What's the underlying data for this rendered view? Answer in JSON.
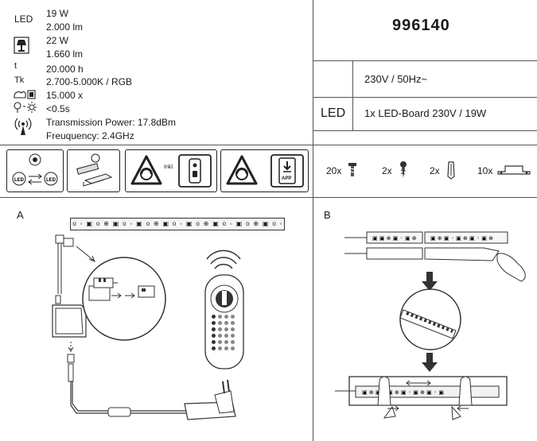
{
  "specs": {
    "led_label": "LED",
    "led_power": "19 W",
    "led_lumen": "2.000 lm",
    "lamp_power": "22 W",
    "lamp_lumen": "1.660 lm",
    "life_symbol": "t",
    "life": "20.000 h",
    "tk_symbol": "Tk",
    "colour_temp": "2.700-5.000K / RGB",
    "switch_cycles": "15.000 x",
    "start_time": "<0.5s",
    "transmission": "Transmission Power: 17.8dBm",
    "frequency": "Freuquency: 2.4GHz"
  },
  "article_number": "996140",
  "voltage": "230V / 50Hz~",
  "led_row": {
    "label": "LED",
    "value": "1x LED-Board 230V / 19W"
  },
  "package": {
    "screws": "20x",
    "anchors": "2x",
    "clips": "2x",
    "brackets": "10x"
  },
  "feature_icons": {
    "inkl": "Inkl.",
    "app": "APP"
  },
  "strip": {
    "marks": [
      "o",
      "◦",
      "▣",
      "o",
      "⊕",
      "▣",
      "o",
      "◦",
      "▣",
      "o",
      "⊕",
      "▣",
      "o",
      "◦",
      "▣",
      "o",
      "⊕",
      "▣",
      "o",
      "◦",
      "▣",
      "o",
      "⊕",
      "▣",
      "o",
      "◦"
    ]
  },
  "sections": {
    "a": "A",
    "b": "B"
  }
}
